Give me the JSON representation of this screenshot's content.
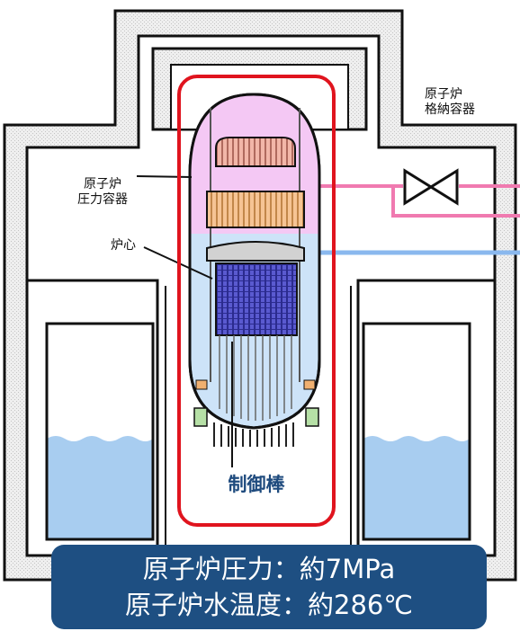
{
  "labels": {
    "containment": [
      "原子炉",
      "格納容器"
    ],
    "pressure_vessel": [
      "原子炉",
      "圧力容器"
    ],
    "core": "炉心",
    "control_rod": "制御棒"
  },
  "banner": {
    "line1": "原子炉圧力：約7MPa",
    "line2": "原子炉水温度：約286℃"
  },
  "colors": {
    "highlight_frame": "#e0141e",
    "banner_bg": "#1e4f82",
    "steam_pipe": "#f07ab0",
    "feedwater_pipe": "#8ab8ee",
    "pool_water": "#a8cdf0",
    "vessel_top": "#f4c8f4",
    "vessel_water": "#cde3f8",
    "fuel_rods": "#3a3aa8"
  },
  "icons": [
    "valve-icon"
  ]
}
